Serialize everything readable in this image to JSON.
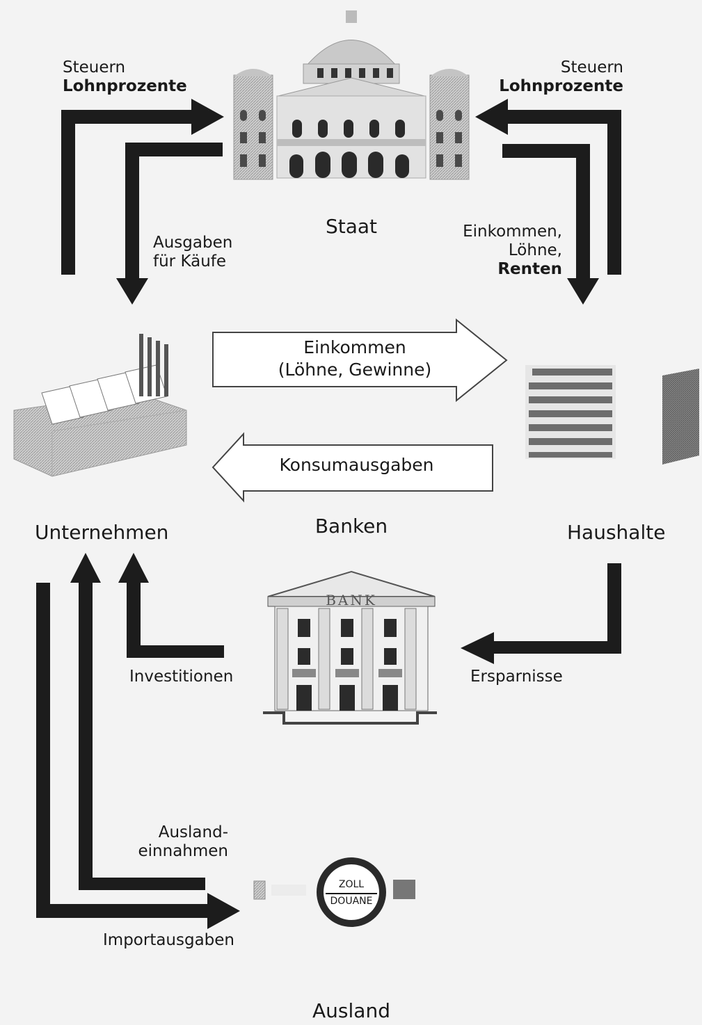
{
  "nodes": {
    "staat": "Staat",
    "unternehmen": "Unternehmen",
    "haushalte": "Haushalte",
    "banken": "Banken",
    "ausland": "Ausland"
  },
  "flows": {
    "steuern_left": {
      "line1": "Steuern",
      "line2": "Lohnprozente"
    },
    "steuern_right": {
      "line1": "Steuern",
      "line2": "Lohnprozente"
    },
    "ausgaben": {
      "line1": "Ausgaben",
      "line2": "für Käufe"
    },
    "einkommen_staat": {
      "line1": "Einkommen,",
      "line2": "Löhne,",
      "line3": "Renten"
    },
    "einkommen": {
      "line1": "Einkommen",
      "line2": "(Löhne, Gewinne)"
    },
    "konsum": "Konsumausgaben",
    "investitionen": "Investitionen",
    "ersparnisse": "Ersparnisse",
    "auslandeinnahmen": {
      "line1": "Ausland-",
      "line2": "einnahmen"
    },
    "importausgaben": "Importausgaben"
  },
  "icons": {
    "bank_sign": "BANK",
    "zoll_top": "ZOLL",
    "zoll_bottom": "DOUANE"
  }
}
